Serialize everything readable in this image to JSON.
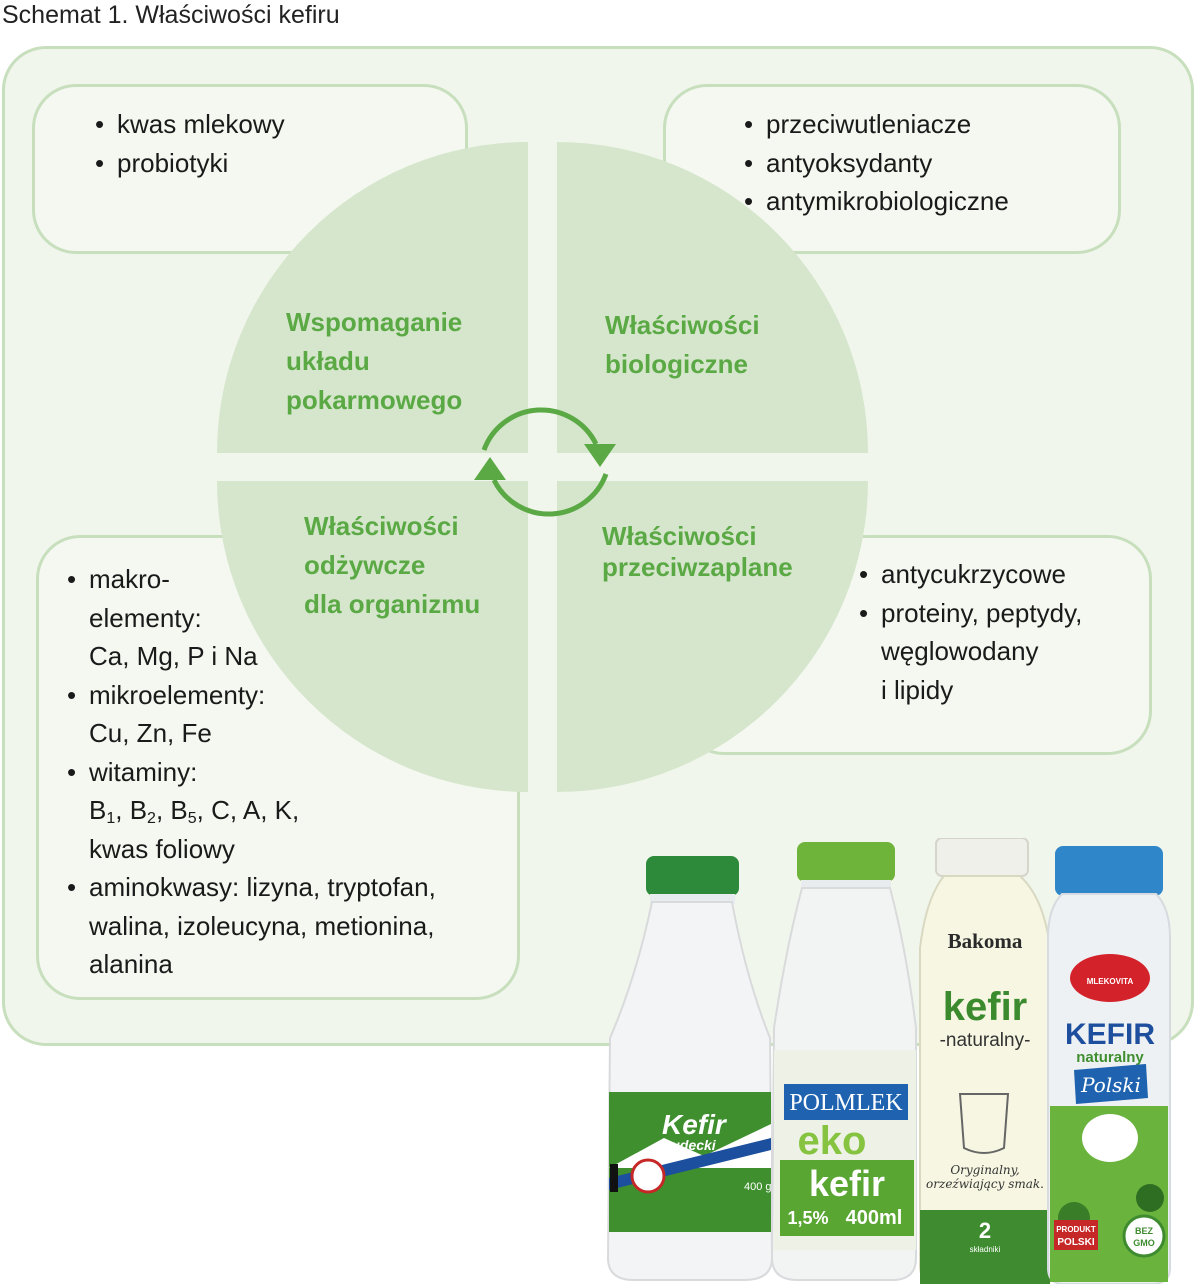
{
  "caption": "Schemat 1. Właściwości kefiru",
  "colors": {
    "accent_green": "#5aa945",
    "quadrant_fill": "#d6e6cc",
    "panel_fill": "#f1f6ec",
    "border_green": "#c7dfbd"
  },
  "quadrants": {
    "top_left": {
      "lines": [
        "Wspomaganie",
        "układu",
        "pokarmowego"
      ]
    },
    "top_right": {
      "lines": [
        "Właściwości",
        "biologiczne"
      ]
    },
    "bottom_left": {
      "lines": [
        "Właściwości",
        "odżywcze",
        "dla organizmu"
      ]
    },
    "bottom_right": {
      "lines": [
        "Właściwości",
        "przeciwzaplane"
      ]
    }
  },
  "boxes": {
    "top_left": {
      "items": [
        "kwas mlekowy",
        "probiotyki"
      ]
    },
    "top_right": {
      "items": [
        "przeciwutleniacze",
        "antyoksydanty",
        "antymikrobiologiczne"
      ]
    },
    "bottom_left": {
      "makro": [
        "makro-",
        "elementy:",
        "Ca, Mg, P i Na"
      ],
      "mikro": [
        "mikroelementy:",
        "Cu, Zn, Fe"
      ],
      "witaminy": {
        "head": "witaminy:",
        "b": "B",
        "s1": "1",
        "s2": "2",
        "s5": "5",
        "comma": ", ",
        "rest": ", C, A, K,",
        "last": "kwas foliowy"
      },
      "amino": [
        "aminokwasy: lizyna, tryptofan,",
        "walina, izoleucyna, metionina,",
        "alanina"
      ]
    },
    "bottom_right": {
      "item1": "antycukrzycowe",
      "item2": [
        "proteiny, peptydy,",
        "węglowodany",
        "i lipidy"
      ]
    }
  },
  "icons": {
    "cycle": "cycle-arrows-icon"
  },
  "products": [
    {
      "brand": "Kefir",
      "sub": "Sudecki",
      "weight": "400 g"
    },
    {
      "brand": "POLMLEK",
      "line": "eko",
      "name": "kefir",
      "fat": "1,5%",
      "volume": "400ml"
    },
    {
      "brand": "Bakoma",
      "name": "kefir",
      "sub": "-naturalny-",
      "slogan1": "Oryginalny,",
      "slogan2": "orzeźwiający smak.",
      "count": "2",
      "count_label": "składniki"
    },
    {
      "brand": "MLEKOVITA",
      "name": "KEFIR",
      "sub": "naturalny",
      "script": "Polski",
      "badge1": "PRODUKT",
      "badge2": "POLSKI",
      "gmo1": "BEZ",
      "gmo2": "GMO"
    }
  ]
}
